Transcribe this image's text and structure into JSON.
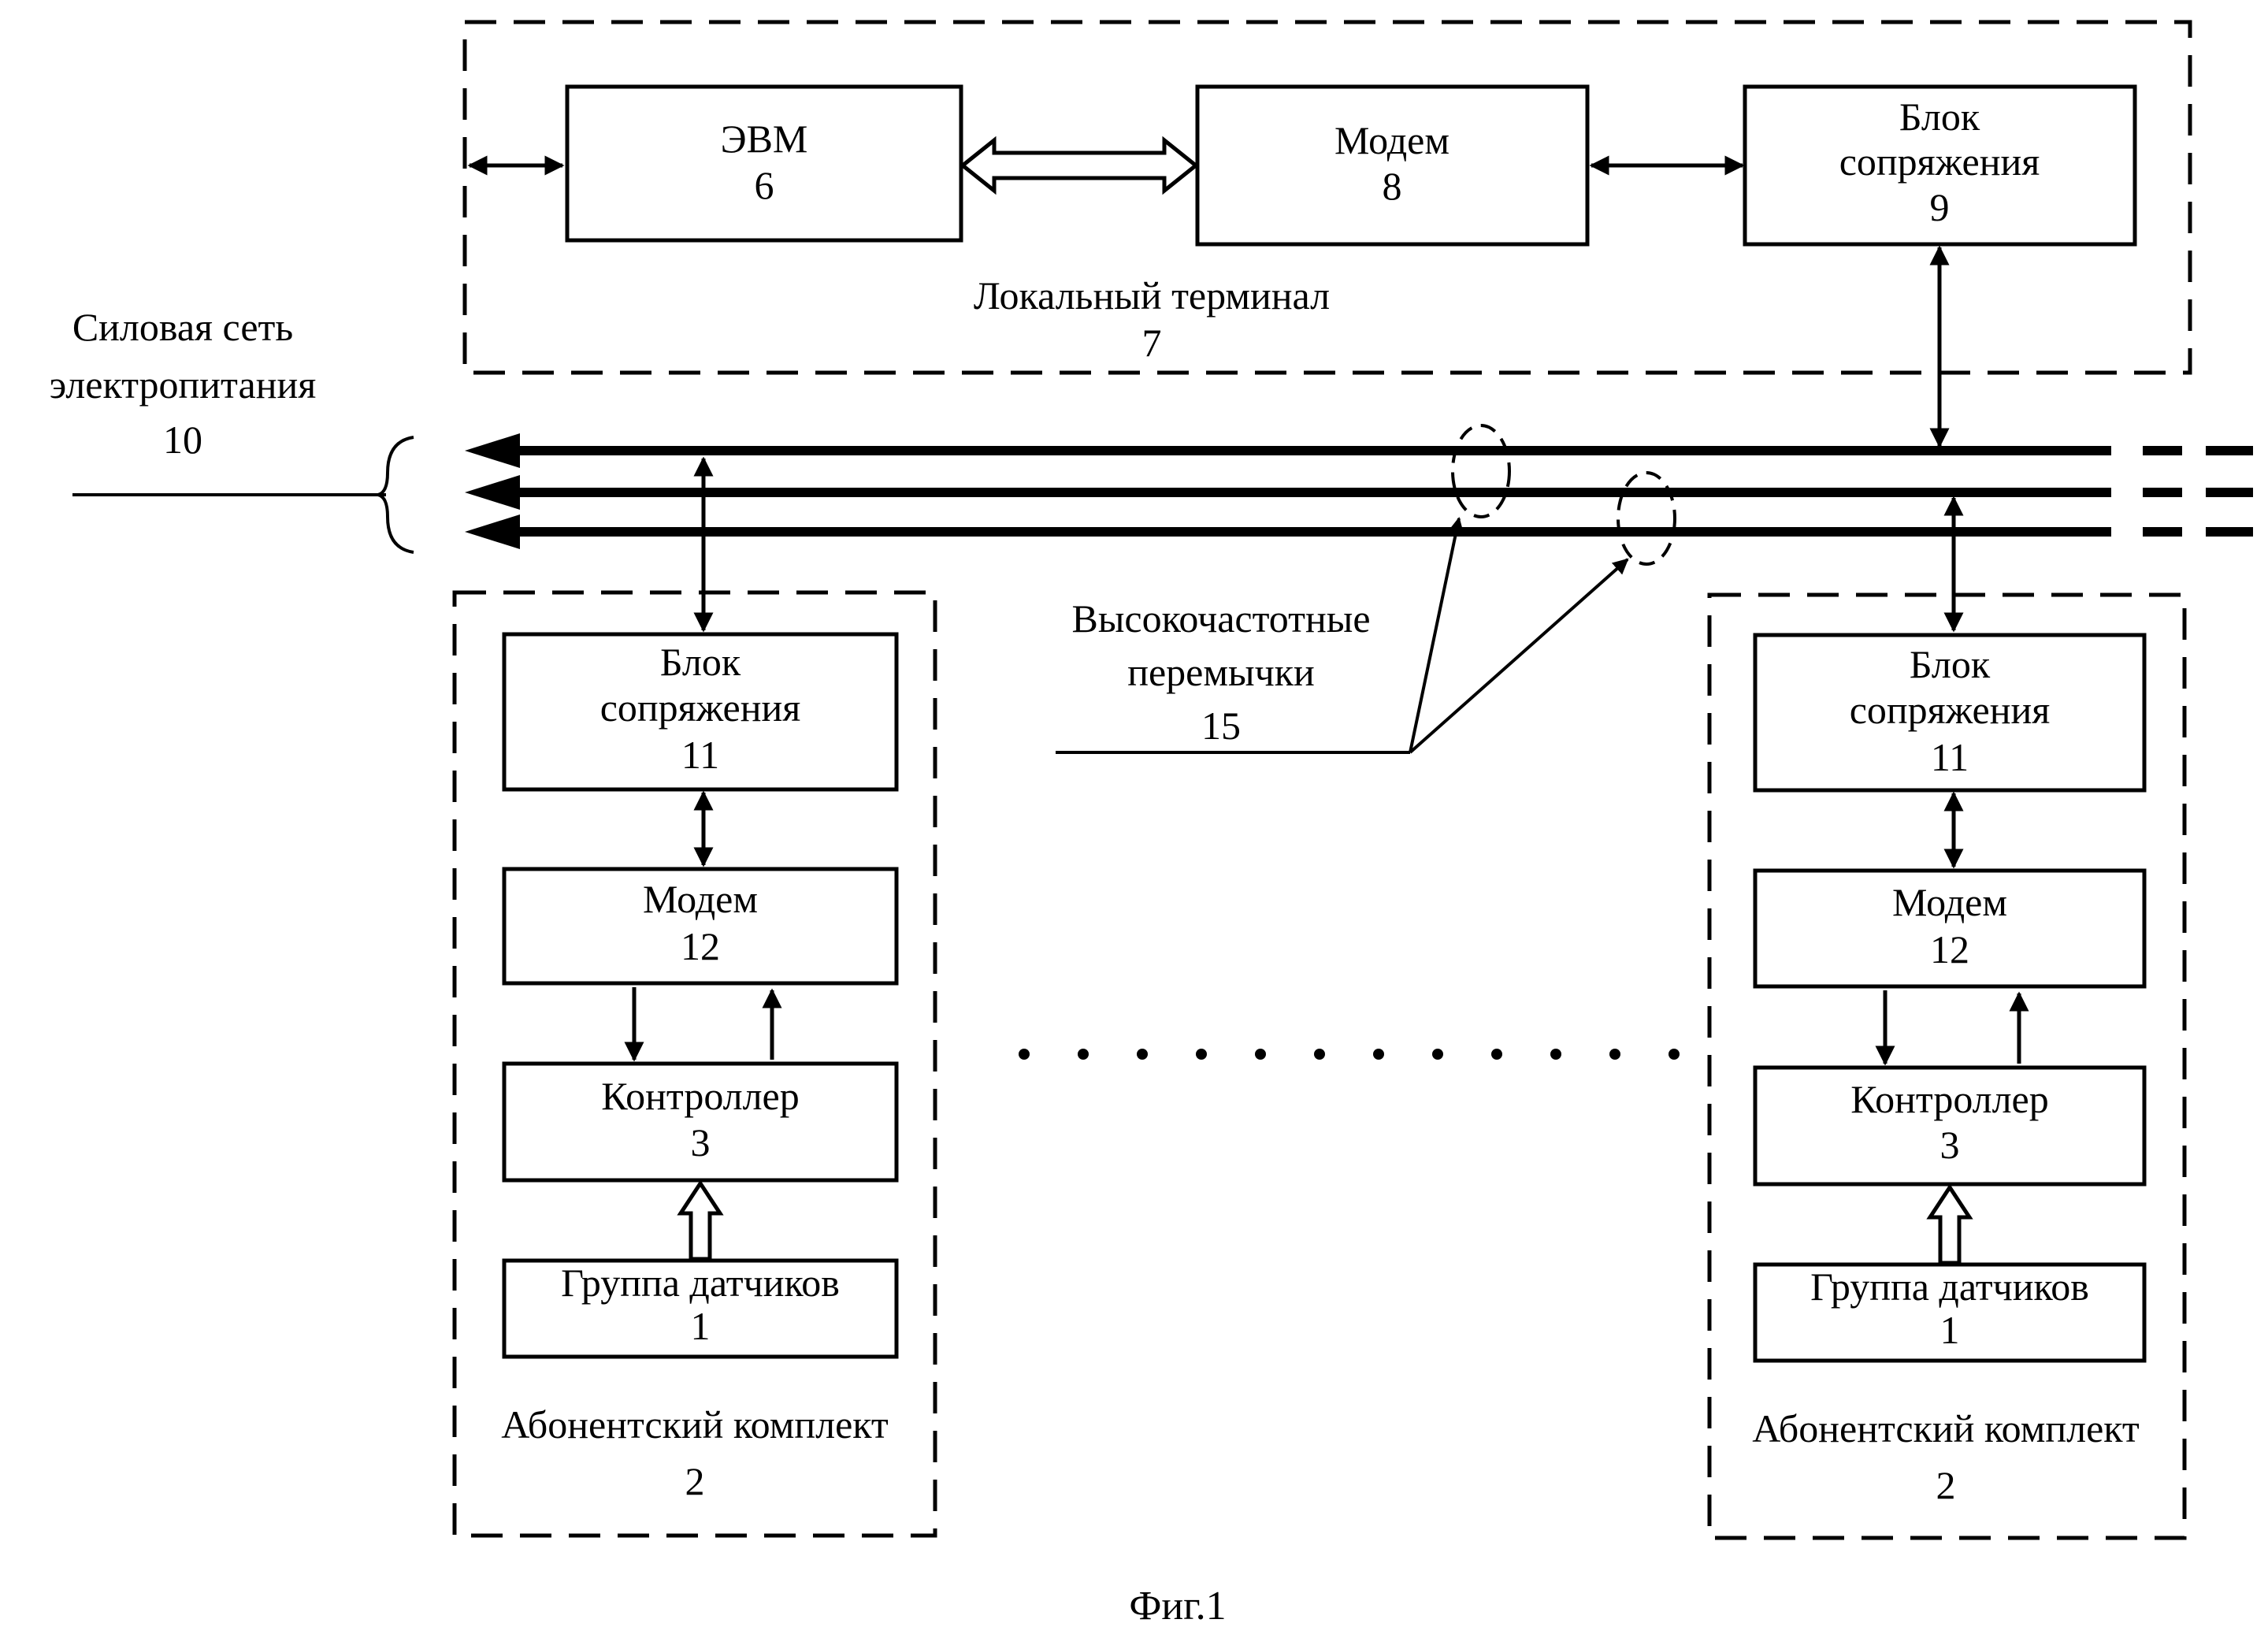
{
  "local_terminal": {
    "title": "Локальный терминал",
    "number": "7",
    "computer": {
      "name": "ЭВМ",
      "number": "6"
    },
    "modem": {
      "name": "Модем",
      "number": "8"
    },
    "interface": {
      "name_line1": "Блок",
      "name_line2": "сопряжения",
      "number": "9"
    }
  },
  "power_network": {
    "label_line1": "Силовая сеть",
    "label_line2": "электропитания",
    "number": "10"
  },
  "jumpers": {
    "label_line1": "Высокочастотные",
    "label_line2": "перемычки",
    "number": "15"
  },
  "subscriber_kits": [
    {
      "title": "Абонентский комплект",
      "number": "2",
      "interface": {
        "name_line1": "Блок",
        "name_line2": "сопряжения",
        "number": "11"
      },
      "modem": {
        "name": "Модем",
        "number": "12"
      },
      "controller": {
        "name": "Контроллер",
        "number": "3"
      },
      "sensors": {
        "name": "Группа датчиков",
        "number": "1"
      }
    },
    {
      "title": "Абонентский комплект",
      "number": "2",
      "interface": {
        "name_line1": "Блок",
        "name_line2": "сопряжения",
        "number": "11"
      },
      "modem": {
        "name": "Модем",
        "number": "12"
      },
      "controller": {
        "name": "Контроллер",
        "number": "3"
      },
      "sensors": {
        "name": "Группа датчиков",
        "number": "1"
      }
    }
  ],
  "caption": "Фиг.1"
}
